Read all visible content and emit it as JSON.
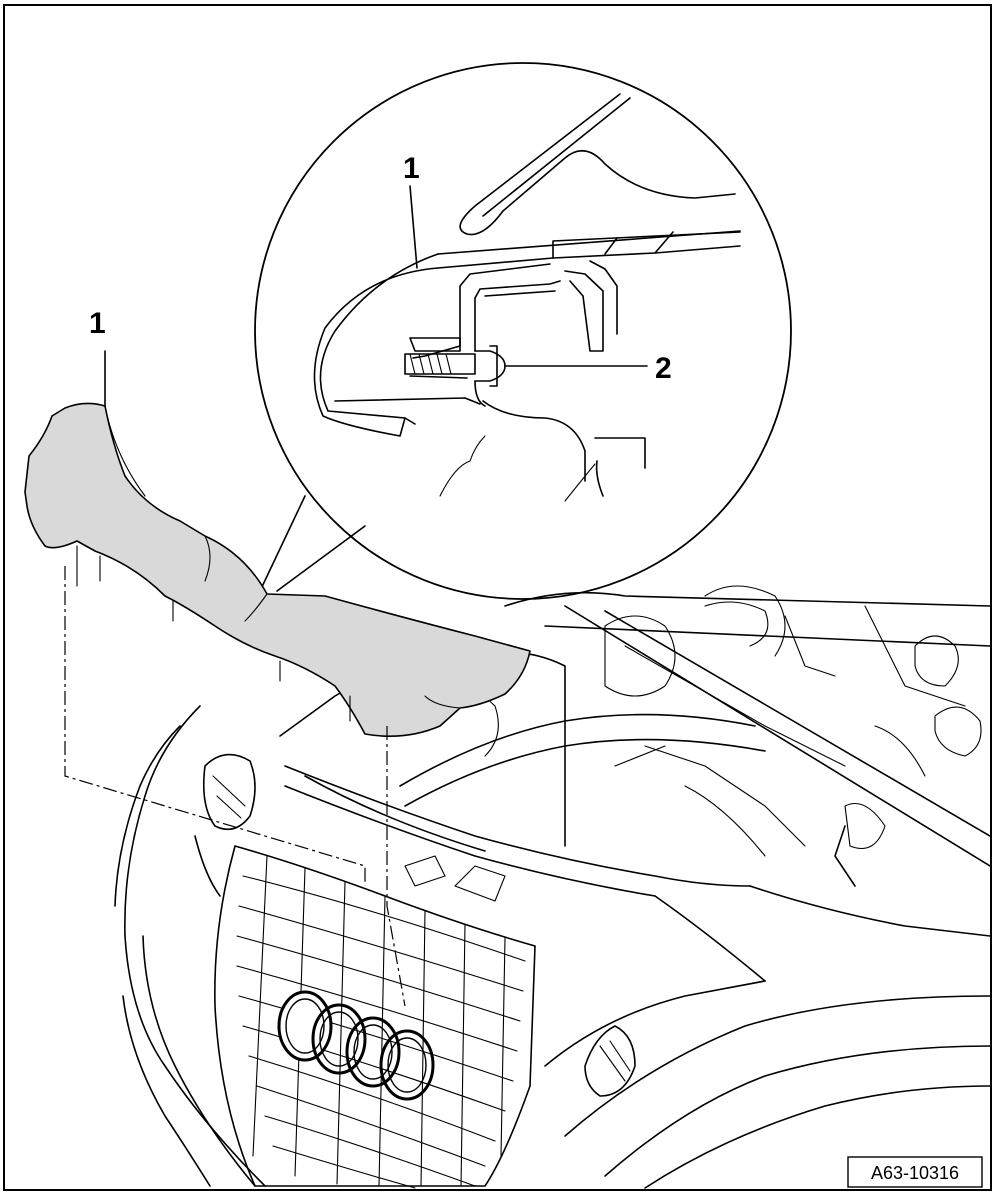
{
  "callouts": {
    "part_1_main": "1",
    "part_1_detail": "1",
    "part_2_detail": "2"
  },
  "figure_id": "A63-10316",
  "colors": {
    "line": "#000000",
    "part_fill": "#d9d9d9",
    "background": "#ffffff"
  }
}
